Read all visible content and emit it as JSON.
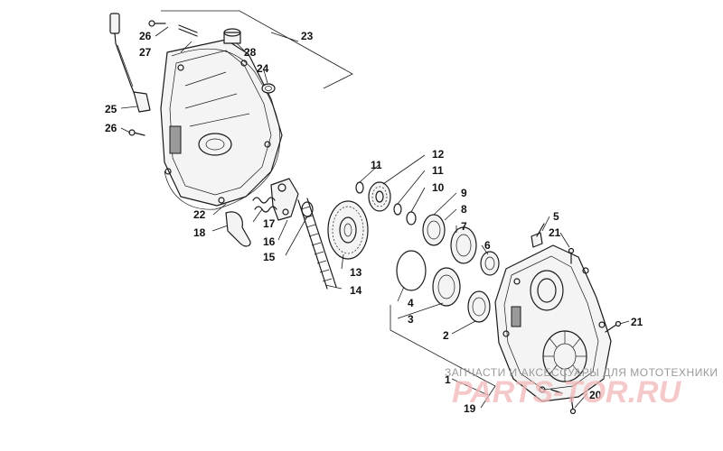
{
  "callouts": {
    "c1": "1",
    "c2": "2",
    "c3": "3",
    "c4": "4",
    "c5": "5",
    "c6": "6",
    "c7": "7",
    "c8": "8",
    "c9": "9",
    "c10": "10",
    "c11a": "11",
    "c11b": "11",
    "c12": "12",
    "c13": "13",
    "c14": "14",
    "c15": "15",
    "c16": "16",
    "c17": "17",
    "c18": "18",
    "c19": "19",
    "c20": "20",
    "c21a": "21",
    "c21b": "21",
    "c22": "22",
    "c23": "23",
    "c24": "24",
    "c25": "25",
    "c26a": "26",
    "c26b": "26",
    "c27": "27",
    "c28": "28"
  },
  "watermark": {
    "caption": "ЗАПЧАСТИ И АКСЕССУАРЫ ДЛЯ МОТОТЕХНИКИ",
    "logo": "PARTS-TOR.RU"
  },
  "colors": {
    "line": "#1a1a1a",
    "watermark_text": "#9a9a9a",
    "watermark_logo": "#f2b8b8"
  }
}
